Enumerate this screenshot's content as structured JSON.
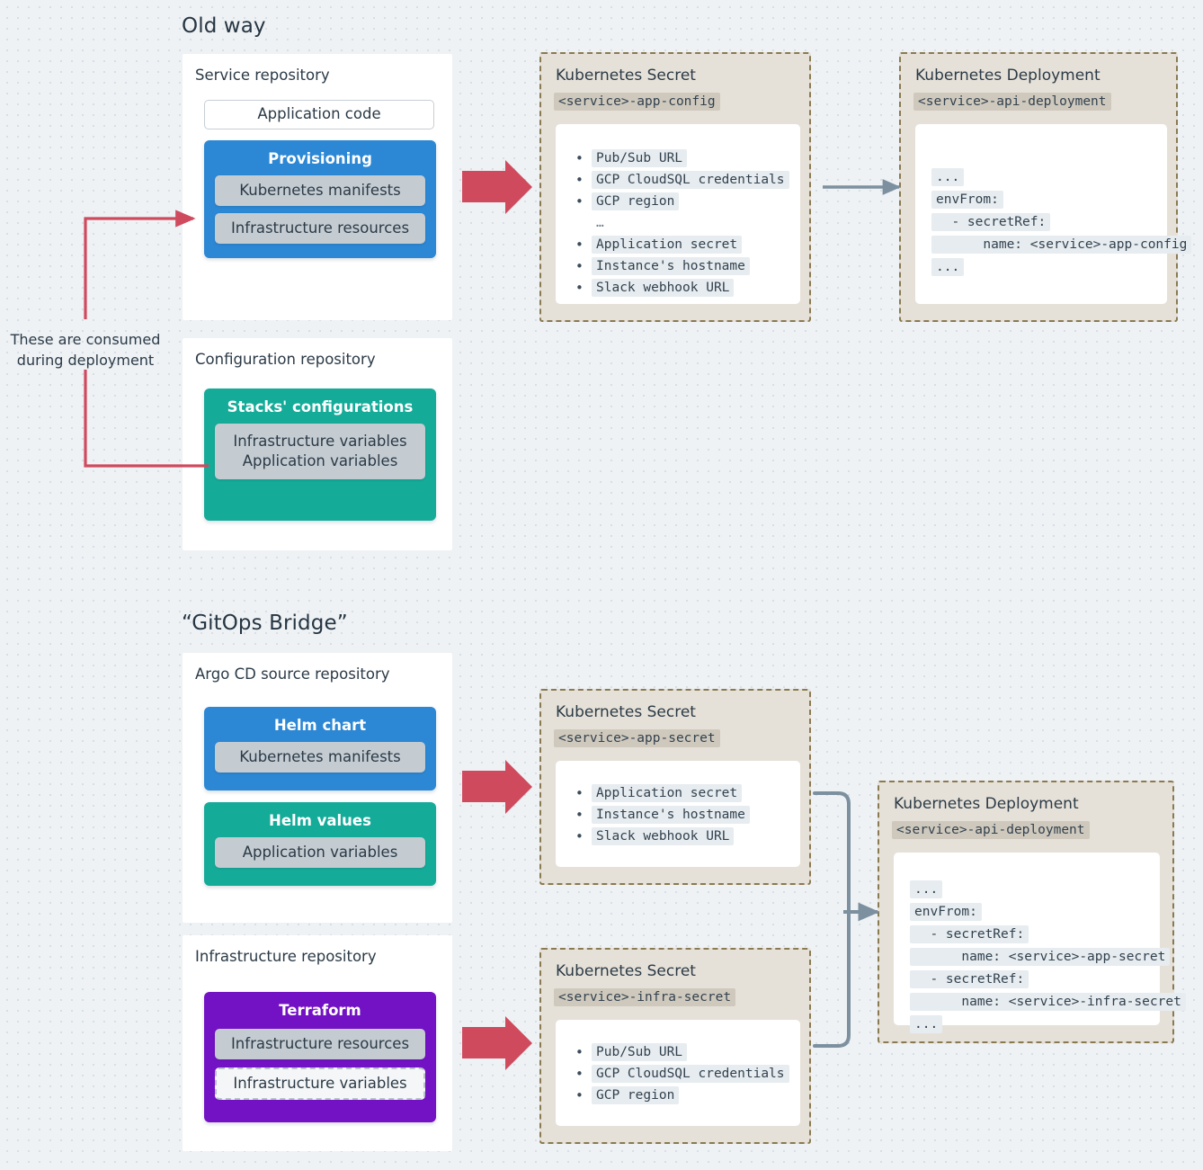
{
  "sections": [
    {
      "title": "Old way"
    },
    {
      "title": "“GitOps Bridge”"
    }
  ],
  "annotation": {
    "text": "These are consumed\nduring deployment"
  },
  "old_way": {
    "service_repo": {
      "title": "Service repository",
      "application_code": "Application code",
      "provisioning": {
        "title": "Provisioning",
        "items": [
          "Kubernetes manifests",
          "Infrastructure resources"
        ]
      }
    },
    "config_repo": {
      "title": "Configuration repository",
      "stacks": {
        "title": "Stacks' configurations",
        "items": [
          "Infrastructure variables\nApplication variables"
        ]
      }
    },
    "secret": {
      "kind": "Kubernetes Secret",
      "name": "<service>-app-config",
      "items": [
        "Pub/Sub URL",
        "GCP CloudSQL credentials",
        "GCP region",
        "…",
        "Application secret",
        "Instance's hostname",
        "Slack webhook URL"
      ]
    },
    "deployment": {
      "kind": "Kubernetes Deployment",
      "name": "<service>-api-deployment",
      "yaml": [
        "...",
        "envFrom:",
        "  - secretRef:",
        "      name: <service>-app-config",
        "..."
      ]
    }
  },
  "gitops": {
    "argo_repo": {
      "title": "Argo CD source repository",
      "helm_chart": {
        "title": "Helm chart",
        "items": [
          "Kubernetes manifests"
        ]
      },
      "helm_values": {
        "title": "Helm values",
        "items": [
          "Application variables"
        ]
      }
    },
    "infra_repo": {
      "title": "Infrastructure repository",
      "terraform": {
        "title": "Terraform",
        "items": [
          "Infrastructure resources",
          "Infrastructure variables"
        ]
      }
    },
    "app_secret": {
      "kind": "Kubernetes Secret",
      "name": "<service>-app-secret",
      "items": [
        "Application secret",
        "Instance's hostname",
        "Slack webhook URL"
      ]
    },
    "infra_secret": {
      "kind": "Kubernetes Secret",
      "name": "<service>-infra-secret",
      "items": [
        "Pub/Sub URL",
        "GCP CloudSQL credentials",
        "GCP region"
      ]
    },
    "deployment": {
      "kind": "Kubernetes Deployment",
      "name": "<service>-api-deployment",
      "yaml": [
        "...",
        "envFrom:",
        "  - secretRef:",
        "      name: <service>-app-secret",
        "  - secretRef:",
        "      name: <service>-infra-secret",
        "..."
      ]
    }
  },
  "colors": {
    "background": "#eef2f5",
    "blue": "#2c87d4",
    "teal": "#15ab99",
    "purple": "#7311c4",
    "chip": "#c4ccd2",
    "k8s_box": "#e6e1d8",
    "k8s_border": "#8a7a52",
    "arrow_red": "#d04a5e",
    "arrow_gray": "#7d909f"
  }
}
